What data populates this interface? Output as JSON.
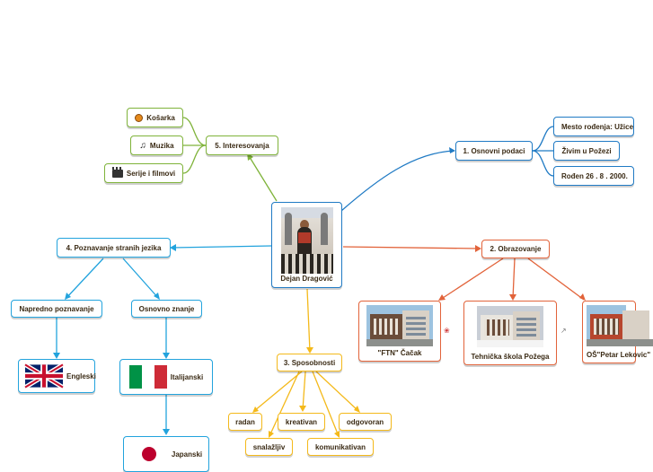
{
  "central": {
    "label": "Dejan Dragović"
  },
  "osnovni": {
    "title": "1. Osnovni podaci",
    "items": [
      "Mesto rođenja: Užice",
      "Živim u Požezi",
      "Rođen 26 . 8 . 2000."
    ]
  },
  "obrazovanje": {
    "title": "2. Obrazovanje",
    "items": [
      "\"FTN\" Čačak",
      "Tehnička škola Požega",
      "OŠ\"Petar Lekovic\""
    ]
  },
  "sposobnosti": {
    "title": "3. Sposobnosti",
    "items": [
      "radan",
      "kreativan",
      "odgovoran",
      "snalažljiv",
      "komunikativan"
    ]
  },
  "jezici": {
    "title": "4. Poznavanje stranih jezika",
    "napredno": "Napredno poznavanje",
    "osnovno": "Osnovno znanje",
    "english": "Engleski",
    "italian": "Italijanski",
    "japanese": "Japanski"
  },
  "interesovanja": {
    "title": "5. Interesovanja",
    "items": [
      {
        "label": "Košarka",
        "icon": "basketball-icon"
      },
      {
        "label": "Muzika",
        "icon": "music-note-icon"
      },
      {
        "label": "Serije i filmovi",
        "icon": "clapperboard-icon"
      }
    ]
  },
  "colors": {
    "blue": "#1f7ac4",
    "green": "#7fb33a",
    "yellow": "#f4b91a",
    "orange": "#e2633a",
    "cyan": "#22a3dd"
  }
}
